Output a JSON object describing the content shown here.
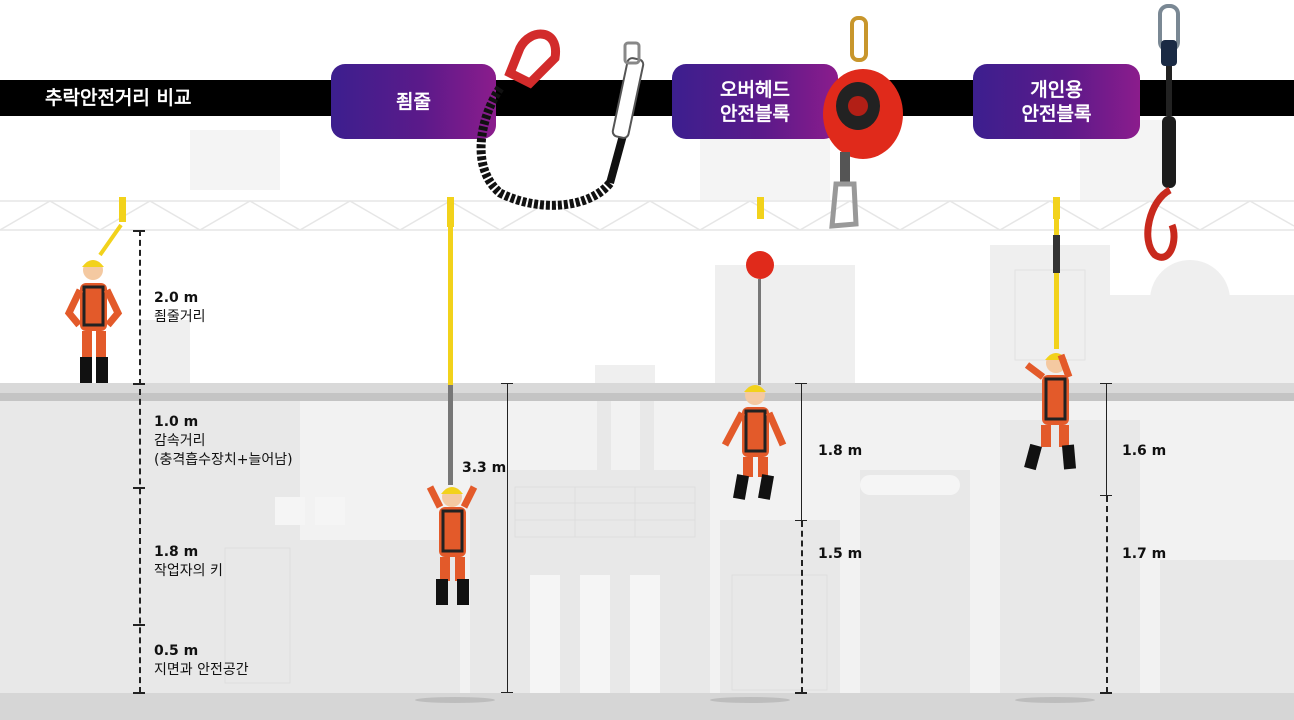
{
  "title": "추락안전거리 비교",
  "products": [
    {
      "line1": "죔줄",
      "line2": ""
    },
    {
      "line1": "오버헤드",
      "line2": "안전블록"
    },
    {
      "line1": "개인용",
      "line2": "안전블록"
    }
  ],
  "left_scale": [
    {
      "value": "2.0 m",
      "label1": "죔줄거리",
      "label2": ""
    },
    {
      "value": "1.0 m",
      "label1": "감속거리",
      "label2": "(충격흡수장치+늘어남)"
    },
    {
      "value": "1.8 m",
      "label1": "작업자의 키",
      "label2": ""
    },
    {
      "value": "0.5 m",
      "label1": "지면과 안전공간",
      "label2": ""
    }
  ],
  "lanyard_total": "3.3 m",
  "overhead": {
    "fall": "1.8 m",
    "clearance": "1.5 m"
  },
  "personal": {
    "fall": "1.6 m",
    "clearance": "1.7 m"
  },
  "colors": {
    "accent_start": "#3c1f8e",
    "accent_end": "#8b1c8c",
    "lanyard": "#f2d21b",
    "worker": "#e35a2a"
  }
}
